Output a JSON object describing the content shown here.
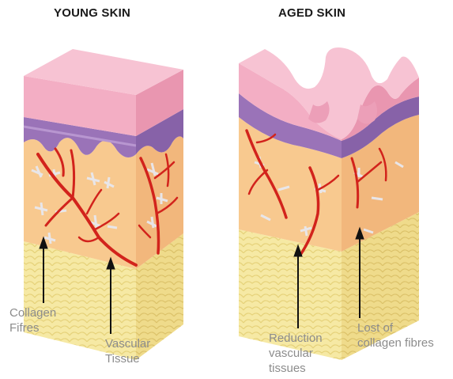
{
  "titles": {
    "young": "YOUNG SKIN",
    "aged": "AGED SKIN"
  },
  "labels": {
    "collagen_fibres": "Collagen\nFifres",
    "vascular_tissue": "Vascular\nTissue",
    "reduction_vascular": "Reduction\nvascular\ntissues",
    "lost_collagen": "Lost of\ncollagen fibres"
  },
  "colors": {
    "epidermis_top": "#f4b8cc",
    "epidermis_side": "#ee9fb8",
    "basal_layer": "#9a73b8",
    "dermis": "#f8c98f",
    "dermis_side": "#f2b77c",
    "fat": "#f5e7a0",
    "vessels": "#d2231c",
    "collagen": "#e9e9ee",
    "label_text": "#8c8c8c",
    "title_text": "#1a1a1a"
  }
}
